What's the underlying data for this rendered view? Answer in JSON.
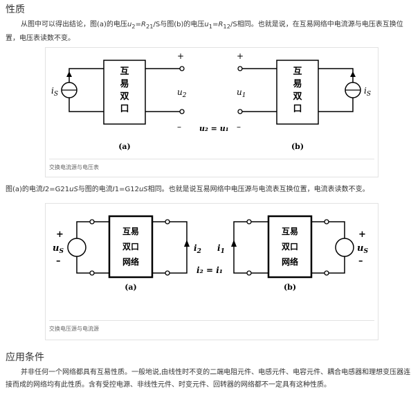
{
  "section1": {
    "title": "性质",
    "para": {
      "t1": "从图中可以得出结论，图(a)的电压",
      "v1": "u",
      "s1": "2",
      "t2": "=",
      "v2": "R",
      "s2": "21",
      "t3": "/S与图(b)的电压",
      "v3": "u",
      "s3": "1",
      "t4": "=",
      "v4": "R",
      "s4": "12",
      "t5": "/S相同。也就是说，在互易网络中电流源与电压表互换位置，电压表读数不变。"
    }
  },
  "figure1": {
    "box_lines": [
      "互",
      "易",
      "双",
      "口"
    ],
    "label_a": "(a)",
    "label_b": "(b)",
    "src_a": "i",
    "src_a_sub": "S",
    "src_b": "i",
    "src_b_sub": "S",
    "port_a": "u",
    "port_a_sub": "2",
    "port_b": "u",
    "port_b_sub": "1",
    "plus": "+",
    "minus": "–",
    "equation": "u₂ = u₁",
    "caption": "交换电流源与电压表"
  },
  "para2": {
    "t1": "图(a)的电流",
    "v1": "I",
    "t2": "2=G21",
    "v2": "uS",
    "t3": "与图的电流",
    "v3": "I",
    "t4": "1=G12",
    "v4": "uS",
    "t5": "相同。也就是说互易网络中电压源与电流表互换位置，电流表读数不变。"
  },
  "figure2": {
    "box_lines": [
      "互易",
      "双口",
      "网络"
    ],
    "label_a": "(a)",
    "label_b": "(b)",
    "src": "u",
    "src_sub": "S",
    "cur_a": "i",
    "cur_a_sub": "2",
    "cur_b": "i",
    "cur_b_sub": "1",
    "plus": "+",
    "minus": "–",
    "equation": "i₂ = i₁",
    "caption": "交换电压源与电流源"
  },
  "section2": {
    "title": "应用条件",
    "para": "并非任何一个网络都具有互易性质。一般地说,由线性时不变的二端电阻元件、电感元件、电容元件、耦合电感器和理想变压器连接而成的网络均有此性质。含有受控电源、非线性元件、时变元件、回转器的网络都不一定具有这种性质。"
  }
}
